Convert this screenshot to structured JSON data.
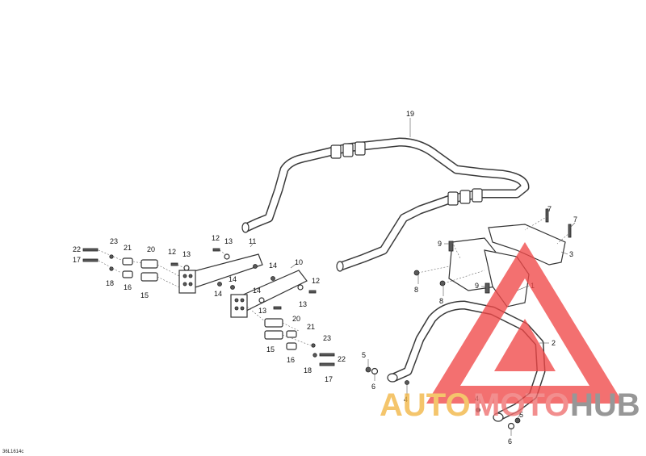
{
  "drawing_id": "36L1614c",
  "colors": {
    "watermark_triangle": "#f04848",
    "watermark_auto": "#f2b544",
    "watermark_moto": "#ef6f6f",
    "watermark_hub": "#7a7a7a",
    "line_art": "#333333"
  },
  "watermark": {
    "auto": "AUTO",
    "moto": "MOTO",
    "hub": "HUB"
  },
  "callouts": {
    "c19": "19",
    "c7a": "7",
    "c7b": "7",
    "c3": "3",
    "c9a": "9",
    "c9b": "9",
    "c8a": "8",
    "c8b": "8",
    "c1": "1",
    "c2": "2",
    "c5a": "5",
    "c5b": "5",
    "c6a": "6",
    "c6b": "6",
    "c4a": "4",
    "c4b": "4",
    "c11": "11",
    "c10": "10",
    "c12a": "12",
    "c12b": "12",
    "c12c": "12",
    "c13a": "13",
    "c13b": "13",
    "c13c": "13",
    "c13d": "13",
    "c14a": "14",
    "c14b": "14",
    "c14c": "14",
    "c20a": "20",
    "c20b": "20",
    "c21a": "21",
    "c21b": "21",
    "c22a": "22",
    "c22b": "22",
    "c23a": "23",
    "c23b": "23",
    "c17a": "17",
    "c17b": "17",
    "c18a": "18",
    "c18b": "18",
    "c16a": "16",
    "c16b": "16",
    "c15a": "15",
    "c15b": "15"
  }
}
